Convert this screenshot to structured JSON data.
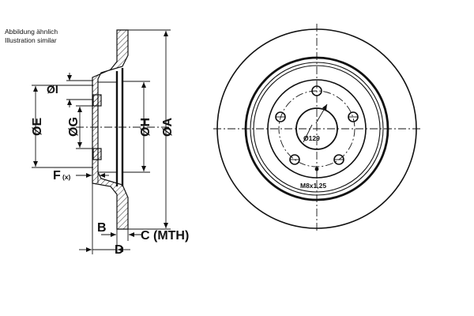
{
  "notes": {
    "line1": "Abbildung ähnlich",
    "line2": "Illustration similar"
  },
  "section_labels": {
    "phi_I": "ØI",
    "phi_E": "ØE",
    "phi_G": "ØG",
    "phi_H": "ØH",
    "phi_A": "ØA",
    "F": "F",
    "F_suffix": "(x)",
    "B": "B",
    "C": "C (MTH)",
    "D": "D"
  },
  "front_labels": {
    "pcd": "Ø129",
    "thread": "M8x1,25"
  }
}
